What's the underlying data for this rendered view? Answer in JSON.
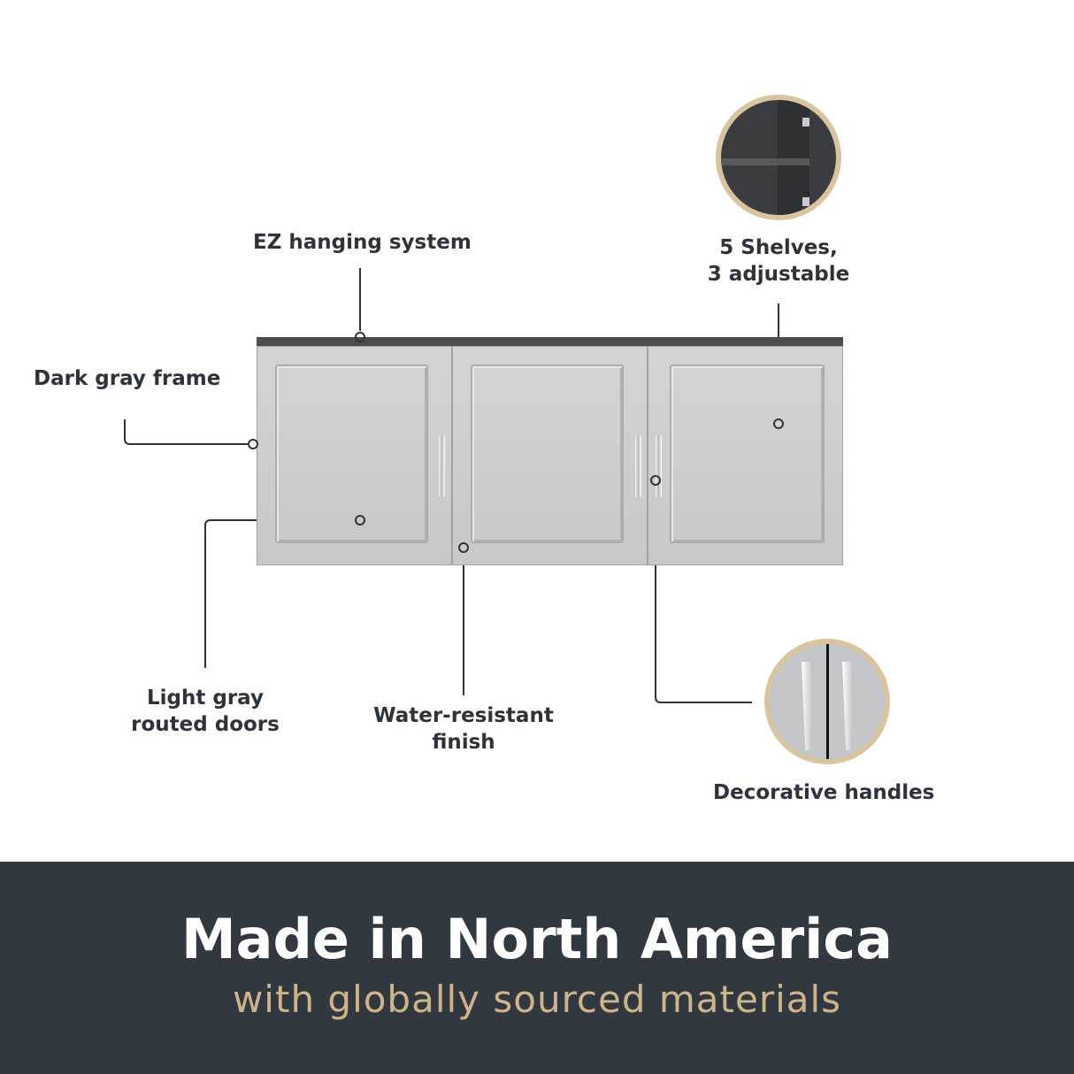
{
  "callouts": {
    "ez_hanging": "EZ hanging system",
    "shelves_line1": "5 Shelves,",
    "shelves_line2": "3 adjustable",
    "frame": "Dark gray frame",
    "doors_line1": "Light gray",
    "doors_line2": "routed doors",
    "finish_line1": "Water-resistant",
    "finish_line2": "finish",
    "handles": "Decorative handles"
  },
  "footer": {
    "title": "Made in North America",
    "subtitle": "with globally sourced materials"
  },
  "colors": {
    "text": "#2c333b",
    "footer_bg": "#323840",
    "accent_tan": "#cfb48a",
    "ring": "#d9c4a0"
  }
}
